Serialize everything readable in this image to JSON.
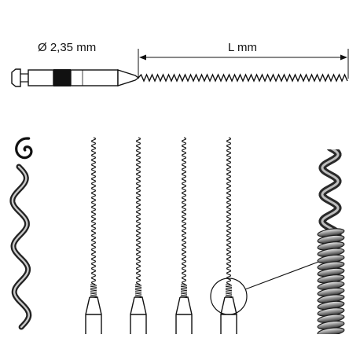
{
  "labels": {
    "diameter": "Ø 2,35 mm",
    "length": "L mm"
  },
  "icons": {
    "spiral": "spiral-icon"
  },
  "colors": {
    "line": "#111111",
    "metal_dark": "#2e2e2e",
    "metal_mid": "#8a8a8a",
    "metal_light": "#d9d9d9",
    "grip_band": "#111111"
  },
  "views": {
    "closeup_instrument_count": 4,
    "magnified_instrument_index": 4
  }
}
